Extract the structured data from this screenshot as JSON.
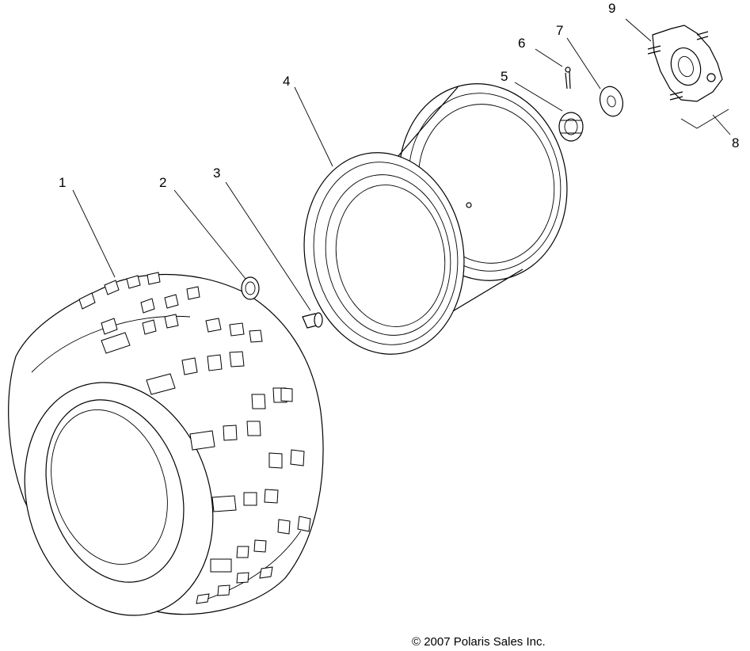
{
  "callouts": {
    "c1": "1",
    "c2": "2",
    "c3": "3",
    "c4": "4",
    "c5": "5",
    "c6": "6",
    "c7": "7",
    "c8": "8",
    "c9": "9"
  },
  "copyright": "© 2007 Polaris Sales Inc."
}
